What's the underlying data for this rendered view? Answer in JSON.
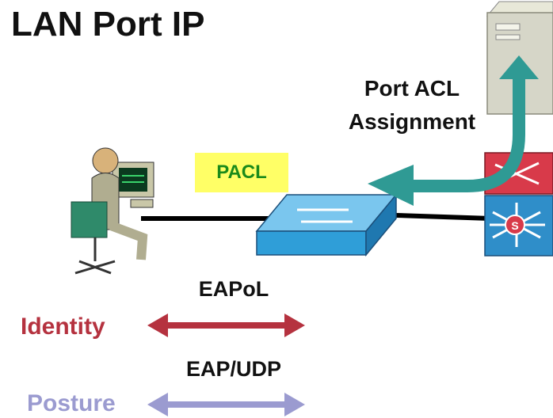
{
  "title": "LAN Port IP",
  "labels": {
    "port_acl_line1": "Port ACL",
    "port_acl_line2": "Assignment",
    "pacl": "PACL",
    "eapol": "EAPoL",
    "eap_udp": "EAP/UDP",
    "identity": "Identity",
    "posture": "Posture"
  },
  "colors": {
    "identity": "#b5323f",
    "posture": "#9b9bd0",
    "teal_arrow": "#2f9a94",
    "pacl_bg": "#ffff66",
    "pacl_text": "#1a8a1a"
  },
  "icons": [
    "user-workstation-icon",
    "switch-icon",
    "router-icon",
    "server-icon"
  ]
}
